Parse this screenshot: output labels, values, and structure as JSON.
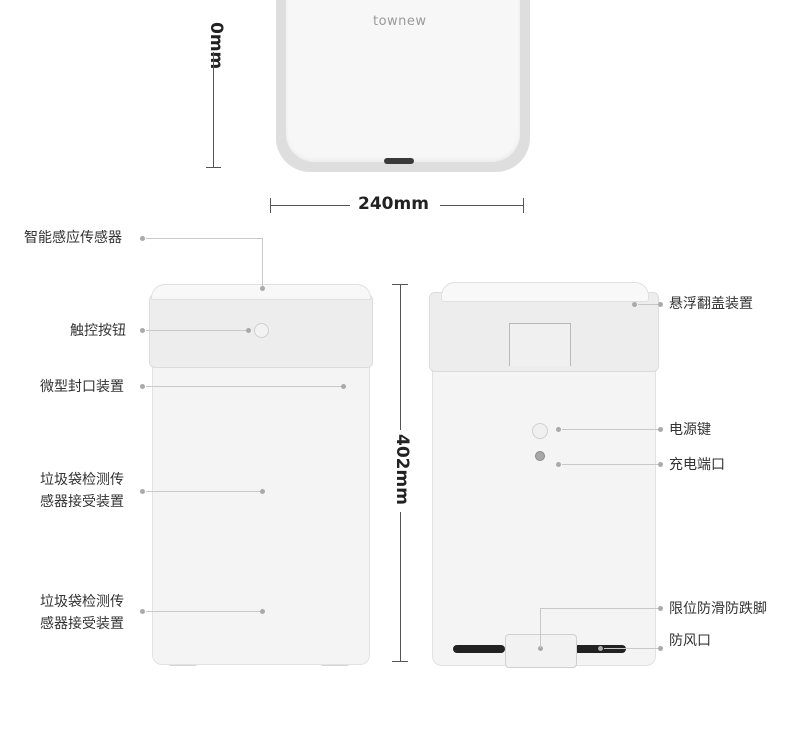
{
  "top_view": {
    "brand": "townew",
    "width_label": "240mm",
    "cut_height_label": "0mm"
  },
  "front_view": {
    "height_label": "402mm",
    "callouts": [
      {
        "text": "智能感应传感器"
      },
      {
        "text": "触控按钮"
      },
      {
        "text": "微型封口装置"
      },
      {
        "lines": [
          "垃圾袋检测传",
          "感器接受装置"
        ]
      },
      {
        "lines": [
          "垃圾袋检测传",
          "感器接受装置"
        ]
      }
    ]
  },
  "back_view": {
    "callouts": [
      {
        "text": "悬浮翻盖装置"
      },
      {
        "text": "电源键"
      },
      {
        "text": "充电端口"
      },
      {
        "text": "限位防滑防跌脚"
      },
      {
        "text": "防风口"
      }
    ]
  },
  "colors": {
    "body": "#f5f5f5",
    "lid": "#ececec",
    "outline": "#d9d9d9",
    "leader": "#c8c8c8",
    "dimension": "#555555"
  }
}
